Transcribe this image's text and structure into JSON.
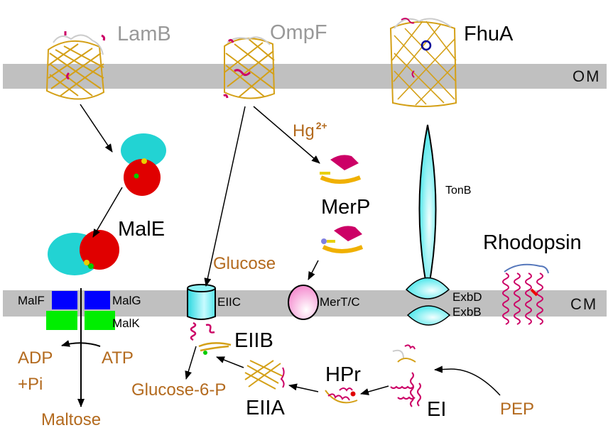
{
  "membranes": {
    "outer": {
      "label": "OM"
    },
    "cytoplasmic": {
      "label": "CM"
    }
  },
  "proteins": {
    "lamb": "LamB",
    "ompf": "OmpF",
    "fhua": "FhuA",
    "male": "MalE",
    "merp": "MerP",
    "tonb": "TonB",
    "rhodopsin": "Rhodopsin",
    "malf": "MalF",
    "malg": "MalG",
    "malk": "MalK",
    "eiic": "EIIC",
    "mertc": "MerT/C",
    "exbd": "ExbD",
    "exbb": "ExbB",
    "eiib": "EIIB",
    "eiia": "EIIA",
    "hpr": "HPr",
    "ei": "EI"
  },
  "substrates": {
    "hg": "Hg",
    "hg_charge": "2+",
    "glucose": "Glucose",
    "adp": "ADP",
    "pi": "+Pi",
    "atp": "ATP",
    "maltose": "Maltose",
    "glucose6p": "Glucose-6-P",
    "pep": "PEP"
  },
  "colors": {
    "membrane": "#c0c0c0",
    "substrate_text": "#b36a1e",
    "beta_strand": "#d4a017",
    "helix": "#cc0066",
    "cyan": "#22d3d3",
    "red": "#e00000",
    "blue": "#0000ff",
    "green": "#00ee00",
    "pink": "#ff99cc"
  }
}
